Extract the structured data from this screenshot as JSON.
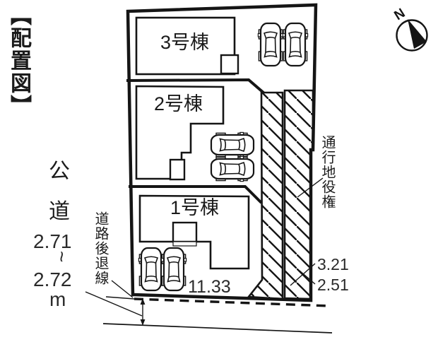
{
  "title": "【配置図】",
  "compass": {
    "north": "N"
  },
  "buildings": {
    "b3": "3号棟",
    "b2": "2号棟",
    "b1": "1号棟"
  },
  "road": {
    "type_char1": "公",
    "type_char2": "道",
    "width_min": "2.71",
    "tilde": "~",
    "width_max": "2.72",
    "unit": "m"
  },
  "annotations": {
    "setback_line": "道路後退線",
    "easement": "通行地役権"
  },
  "dimensions": {
    "frontage": "11.33",
    "right_upper": "3.21",
    "right_lower": "2.51"
  },
  "colors": {
    "line": "#151515",
    "background": "#ffffff"
  }
}
